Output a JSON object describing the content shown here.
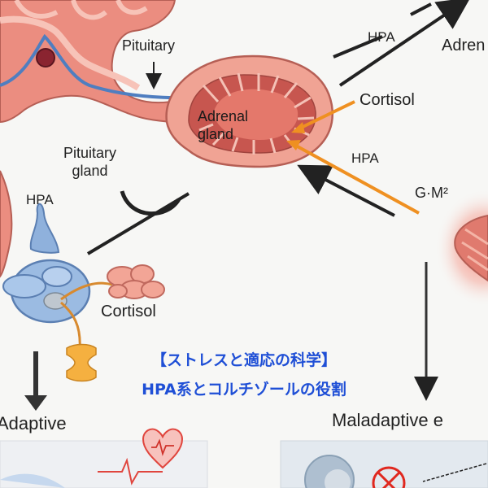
{
  "labels": {
    "pituitary_top": "Pituitary",
    "adrenal_gland": "Adrenal\ngland",
    "pituitary_gland": "Pituitary\ngland",
    "hpa_left": "HPA",
    "hpa_top": "HPA",
    "adrenal_partial": "Adren",
    "cortisol_right": "Cortisol",
    "hpa_right": "HPA",
    "gm2": "G·M²",
    "cortisol_left": "Cortisol",
    "adaptive": "Adaptive",
    "maladaptive": "Maladaptive e"
  },
  "caption": {
    "line1": "【ストレスと適応の科学】",
    "line2": "HPA系とコルチゾールの役割"
  },
  "colors": {
    "tissue": "#e9877a",
    "tissue_light": "#f4b4a6",
    "blue_vessel": "#4f7ec0",
    "orange_arrow": "#ef9021",
    "caption_blue": "#1f4fd6",
    "pituitary_blue": "#8fb1dc"
  }
}
